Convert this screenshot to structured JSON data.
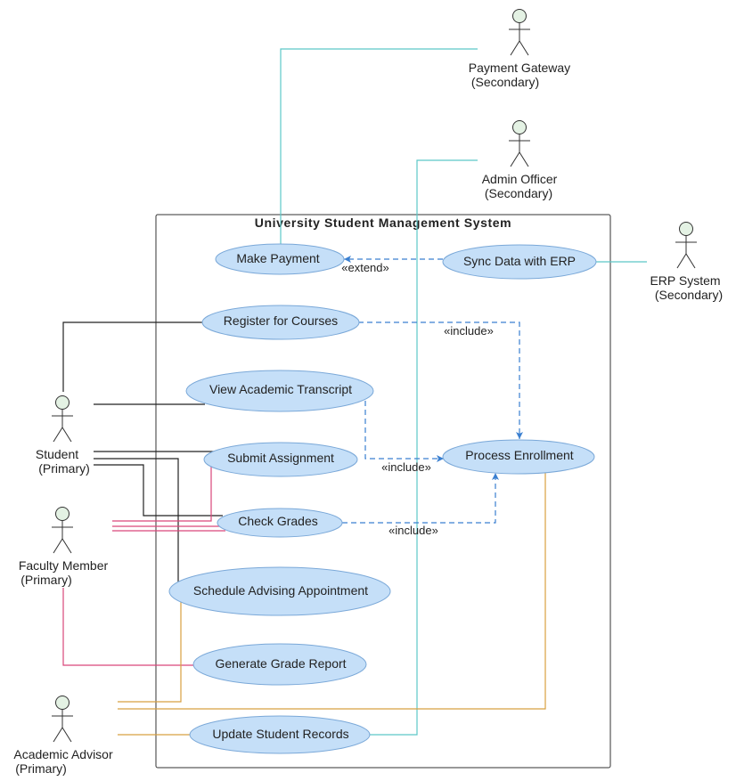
{
  "system": {
    "title": "University Student Management System"
  },
  "actors": {
    "payment_gateway": {
      "name": "Payment Gateway",
      "role": "(Secondary)"
    },
    "admin_officer": {
      "name": "Admin Officer",
      "role": "(Secondary)"
    },
    "erp_system": {
      "name": "ERP System",
      "role": "(Secondary)"
    },
    "student": {
      "name": "Student",
      "role": "(Primary)"
    },
    "faculty_member": {
      "name": "Faculty Member",
      "role": "(Primary)"
    },
    "academic_advisor": {
      "name": "Academic Advisor",
      "role": "(Primary)"
    }
  },
  "use_cases": {
    "make_payment": "Make Payment",
    "sync_erp": "Sync Data with ERP",
    "register_courses": "Register for Courses",
    "view_transcript": "View Academic Transcript",
    "submit_assignment": "Submit Assignment",
    "process_enrollment": "Process Enrollment",
    "check_grades": "Check Grades",
    "schedule_advising": "Schedule Advising Appointment",
    "generate_report": "Generate Grade Report",
    "update_records": "Update Student Records"
  },
  "relations": {
    "extend": "«extend»",
    "include_register": "«include»",
    "include_transcript": "«include»",
    "include_grades": "«include»"
  },
  "colors": {
    "usecase_fill": "#c5dff8",
    "usecase_stroke": "#7aa8d8",
    "actor_head_fill": "#e4f2e4",
    "student_line": "#222222",
    "faculty_line": "#d9467a",
    "advisor_line": "#d8a040",
    "secondary_line": "#5cc8c8",
    "dependency_line": "#3a7fd0"
  }
}
